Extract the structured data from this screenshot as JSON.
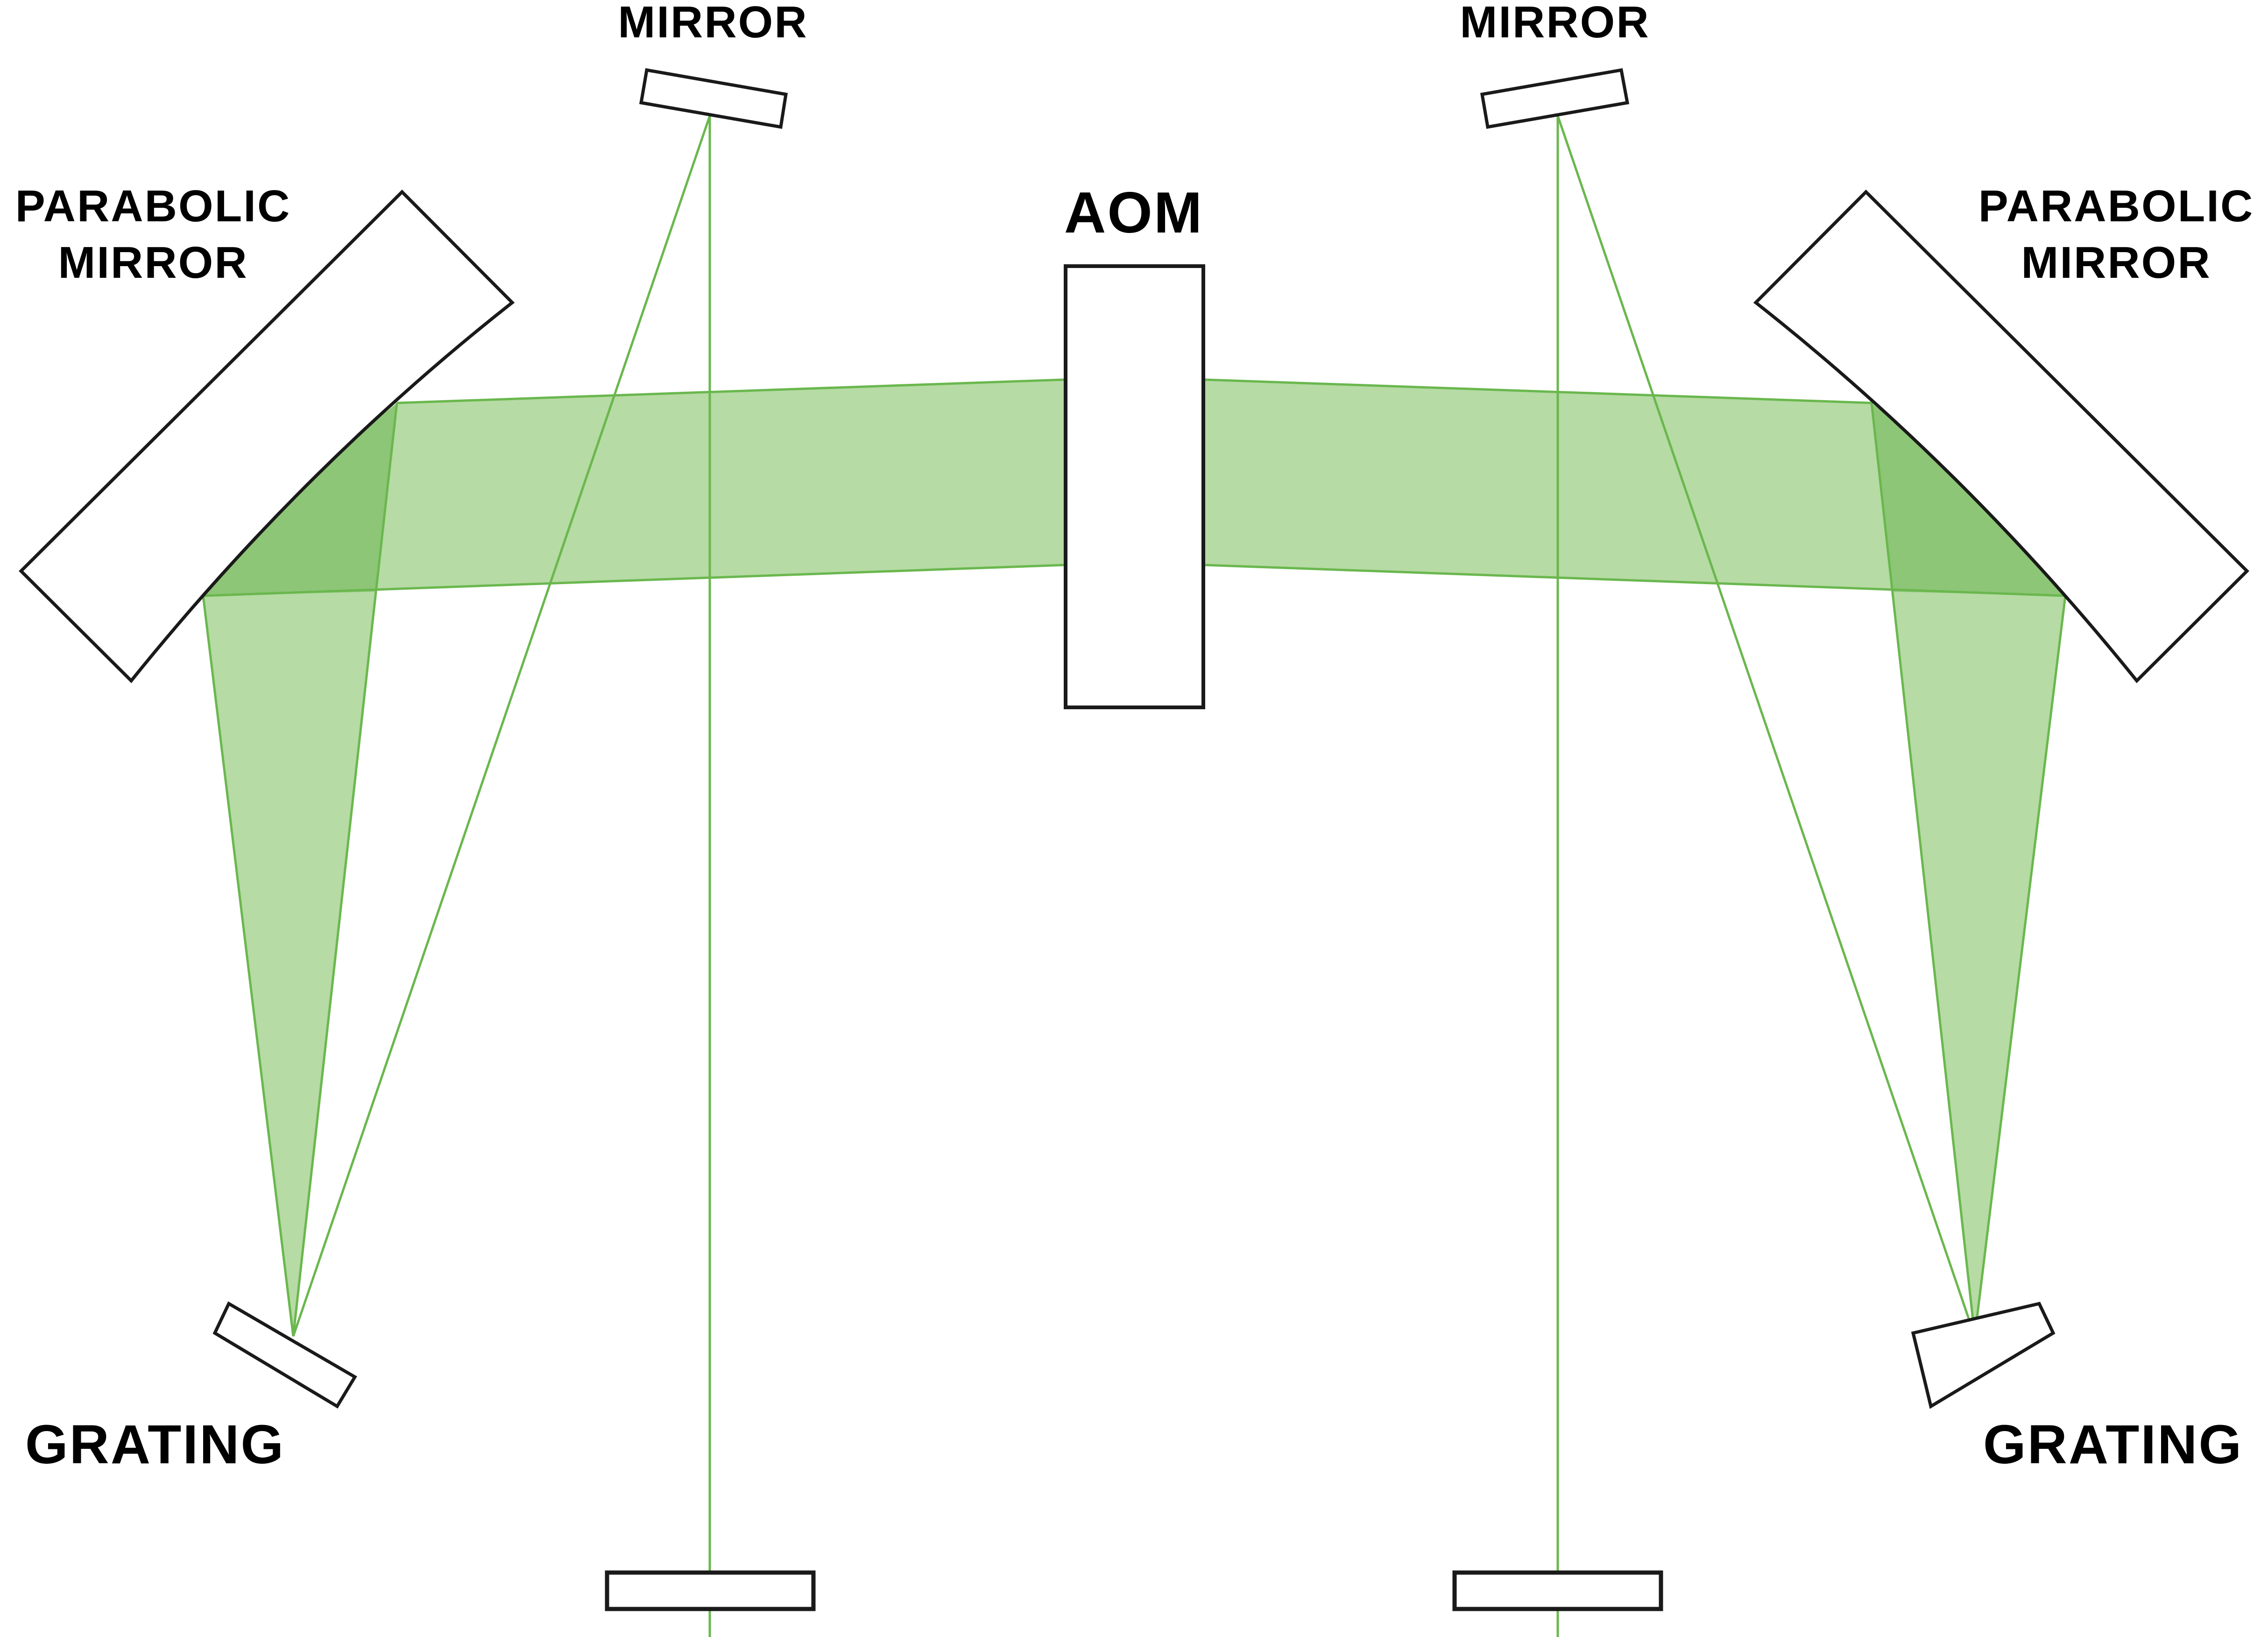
{
  "labels": {
    "mirror_left": "MIRROR",
    "mirror_right": "MIRROR",
    "parabolic_left_line1": "PARABOLIC",
    "parabolic_left_line2": "MIRROR",
    "parabolic_right_line1": "PARABOLIC",
    "parabolic_right_line2": "MIRROR",
    "aom": "AOM",
    "grating_left": "GRATING",
    "grating_right": "GRATING"
  },
  "colors": {
    "beam_line": "#6ab74e",
    "beam_fill": "#b6dba4",
    "beam_fill_dark": "#8dc676",
    "outline": "#1a1a1a",
    "text": "#000000",
    "background": "#ffffff"
  }
}
